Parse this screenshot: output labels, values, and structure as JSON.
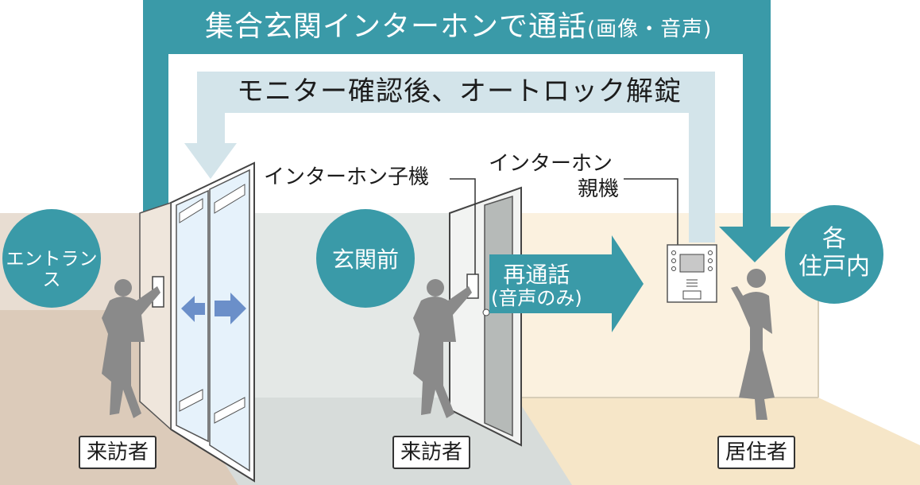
{
  "banner": {
    "main": "集合玄関インターホンで通話",
    "main_paren": "(画像・音声)",
    "sub": "モニター確認後、オートロック解錠"
  },
  "labels": {
    "intercom_slave": "インターホン子機",
    "intercom_master_line1": "インターホン",
    "intercom_master_line2": "親機"
  },
  "zones": {
    "entrance": "エントランス",
    "front_door": "玄関前",
    "each_home_line1": "各",
    "each_home_line2": "住戸内"
  },
  "recall": {
    "line1": "再通話",
    "line2": "(音声のみ)"
  },
  "people": {
    "visitor_1": "来訪者",
    "visitor_2": "来訪者",
    "resident": "居住者"
  },
  "colors": {
    "teal": "#3a9aa8",
    "light_blue": "#d3e4ea",
    "door_arrow": "#6b8fc9",
    "figure": "#8a8a8a"
  }
}
